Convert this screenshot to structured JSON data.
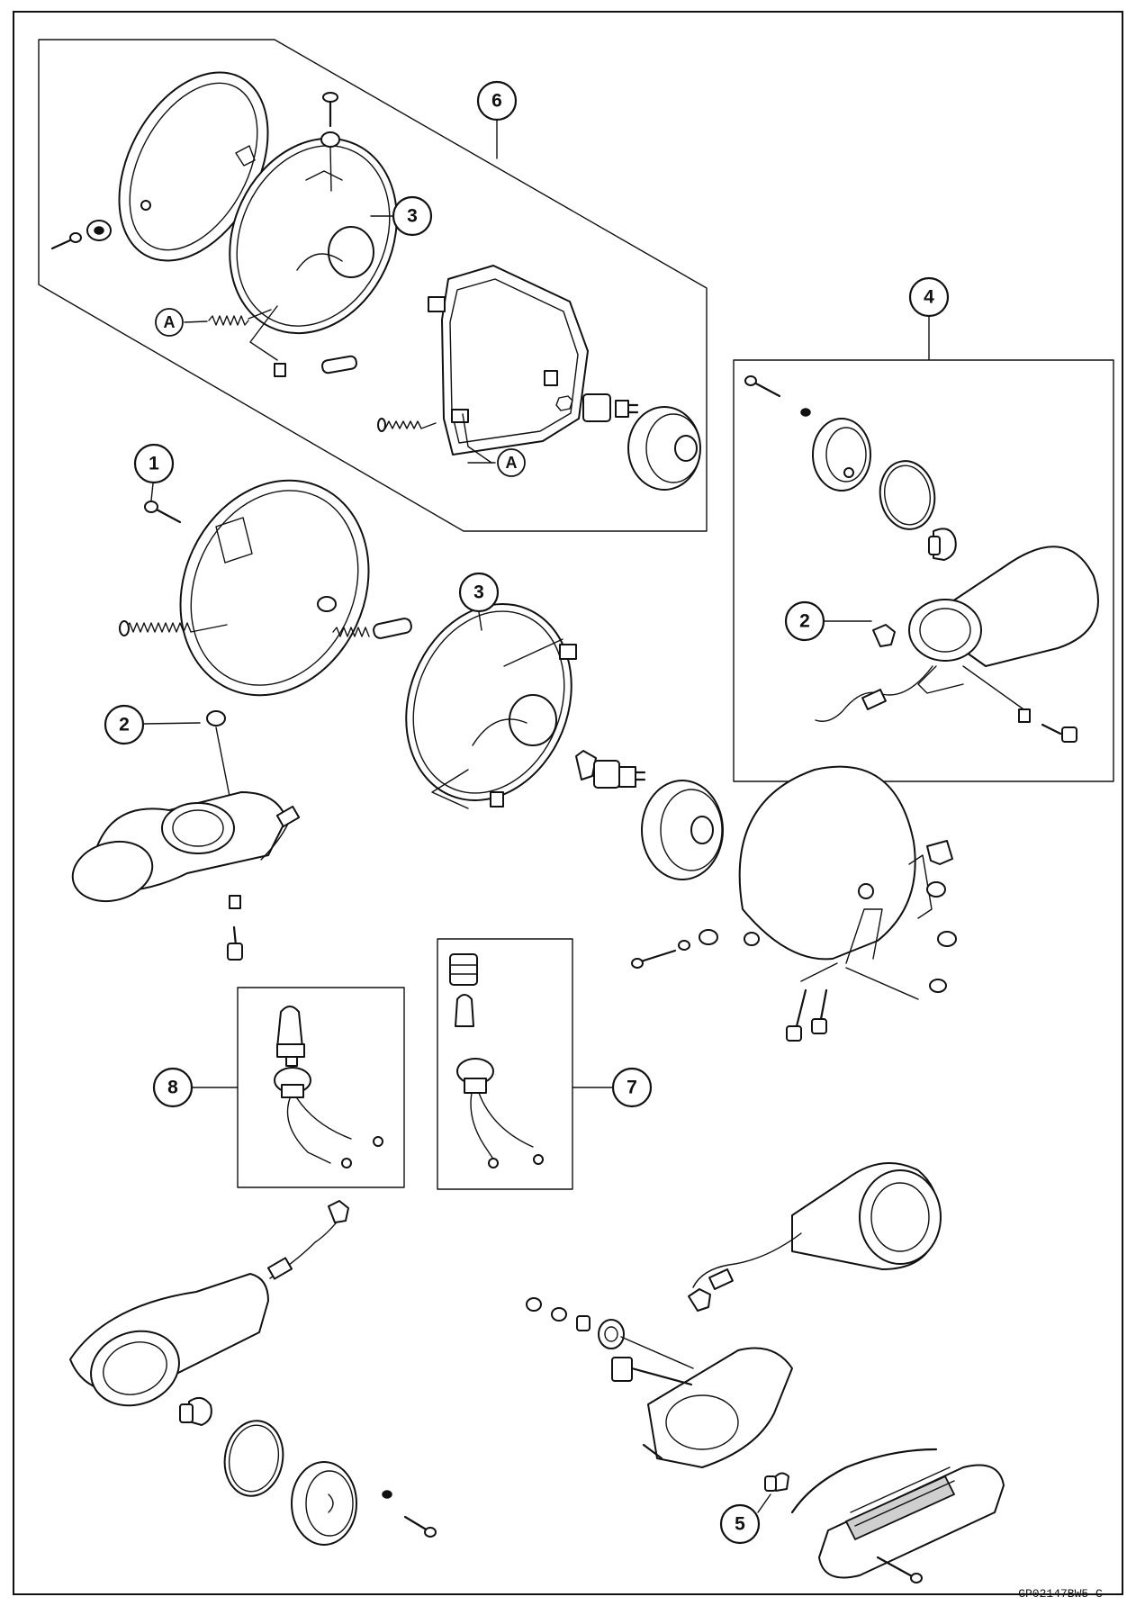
{
  "callouts": {
    "c1": "1",
    "c2a": "2",
    "c2b": "2",
    "c3a": "3",
    "c3b": "3",
    "c4": "4",
    "c5": "5",
    "c6": "6",
    "c7": "7",
    "c8": "8"
  },
  "reference_marks": {
    "a1": "A",
    "a2": "A"
  },
  "figure_code": "GP02147BW5 C"
}
